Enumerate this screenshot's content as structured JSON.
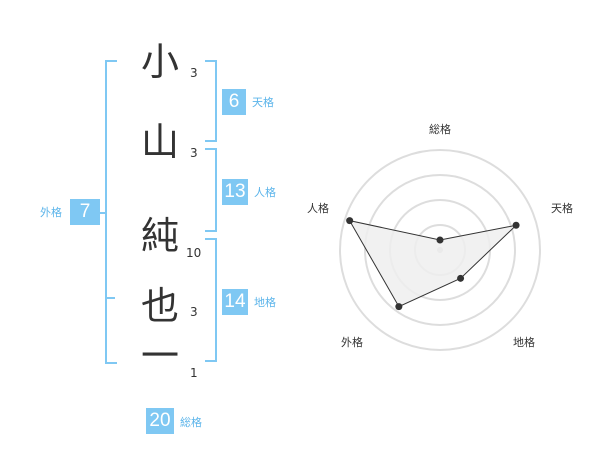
{
  "name": {
    "characters": [
      "小",
      "山",
      "純",
      "也",
      "一"
    ],
    "strokes": [
      "3",
      "3",
      "10",
      "3",
      "1"
    ]
  },
  "fortunes": {
    "tenkaku": {
      "label": "天格",
      "value": "6"
    },
    "jinkaku": {
      "label": "人格",
      "value": "13"
    },
    "chikaku": {
      "label": "地格",
      "value": "14"
    },
    "gaikaku": {
      "label": "外格",
      "value": "7"
    },
    "soukaku": {
      "label": "総格",
      "value": "20"
    }
  },
  "radar": {
    "axes": [
      "総格",
      "天格",
      "地格",
      "外格",
      "人格"
    ],
    "levels": 4,
    "values": [
      0.1,
      0.8,
      0.35,
      0.7,
      0.95
    ],
    "colors": {
      "fill": "#efefef",
      "line": "#333333",
      "grid": "#dddddd"
    }
  }
}
